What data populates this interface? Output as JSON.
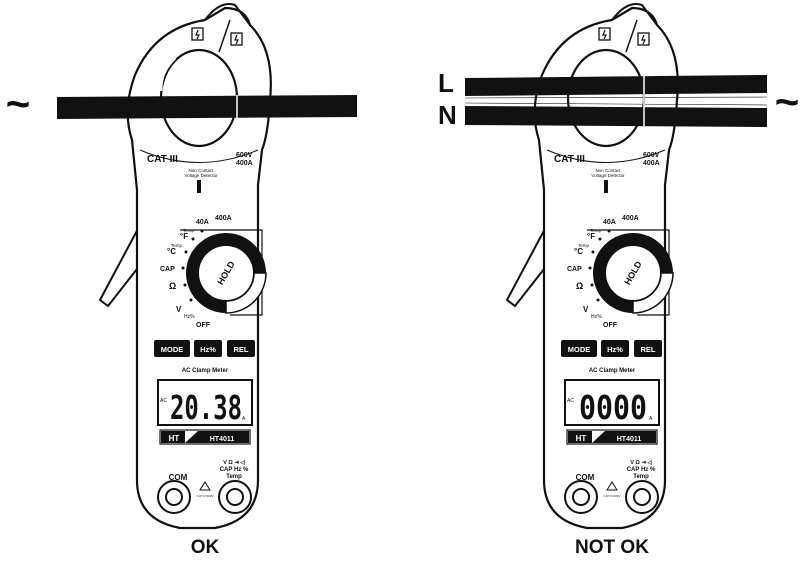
{
  "diagram": {
    "left": {
      "caption": "OK",
      "wire_symbol": "~",
      "lcd_value": "20.38",
      "lcd_mode": "AC",
      "lcd_unit": "A"
    },
    "right": {
      "caption": "NOT OK",
      "wire_symbol": "~",
      "wire_labels": [
        "L",
        "N"
      ],
      "lcd_value": "0000",
      "lcd_mode": "AC",
      "lcd_unit": "A"
    }
  },
  "meter": {
    "category": "CAT III",
    "rating_volts": "600V",
    "rating_amps": "400A",
    "ncv_label_1": "Non Contact",
    "ncv_label_2": "Voltage Detector",
    "dial_labels": {
      "a400": "400A",
      "a40": "40A",
      "temp_f": "°F",
      "temp_c": "°C",
      "temp": "Temp",
      "cap": "CAP",
      "ohm": "Ω",
      "volt": "V",
      "hz": "Hz%",
      "off": "OFF",
      "hold": "HOLD"
    },
    "buttons": [
      "MODE",
      "Hz%",
      "REL"
    ],
    "display_title": "AC Clamp Meter",
    "brand": "HT",
    "model": "HT4011",
    "terminal_com": "COM",
    "terminal_v_1": "V Ω ⇥ ◁",
    "terminal_v_2": "CAP Hz %",
    "terminal_v_3": "Temp",
    "warning_text": "CAT III 600V"
  }
}
